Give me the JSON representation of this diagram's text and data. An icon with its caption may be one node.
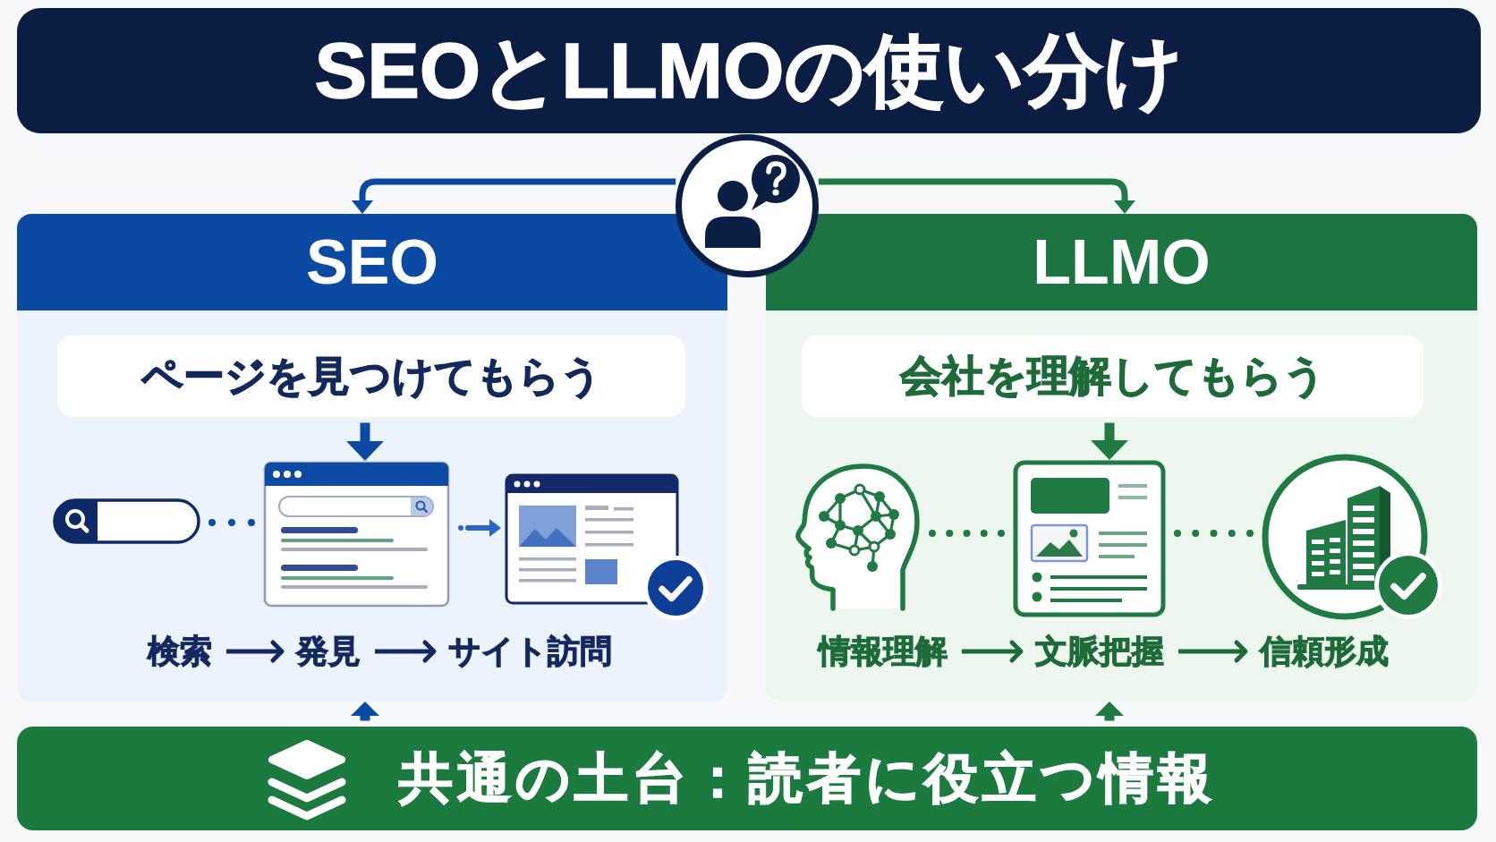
{
  "diagram": {
    "title": "SEOとLLMOの使い分け",
    "nodes": [
      {
        "text": [],
        "shape": "circle"
      },
      {
        "text": [
          "SEO"
        ]
      },
      {
        "text": [
          "ページを見つけてもらう"
        ],
        "in": 1
      },
      {
        "text": [],
        "shape": "picture",
        "in": 1
      },
      {
        "text": [],
        "shape": "picture",
        "in": 1
      },
      {
        "text": [],
        "shape": "picture",
        "in": 1
      },
      {
        "text": [
          "検索"
        ],
        "in": 1
      },
      {
        "text": [
          "発見"
        ],
        "in": 1
      },
      {
        "text": [
          "サイト訪問"
        ],
        "in": 1
      },
      {
        "text": [
          "LLMO"
        ]
      },
      {
        "text": [
          "会社を理解してもらう"
        ],
        "in": 9
      },
      {
        "text": [],
        "shape": "picture",
        "in": 9
      },
      {
        "text": [],
        "shape": "picture",
        "in": 9
      },
      {
        "text": [],
        "shape": "picture",
        "in": 9
      },
      {
        "text": [
          "情報理解"
        ],
        "in": 9
      },
      {
        "text": [
          "文脈把握"
        ],
        "in": 9
      },
      {
        "text": [
          "信頼形成"
        ],
        "in": 9
      },
      {
        "text": [
          "共通の土台：読者に役立つ情報"
        ]
      }
    ],
    "edges": [
      {
        "from": 0,
        "to": 1,
        "arrow": "to",
        "color": "#0b4aa3"
      },
      {
        "from": 0,
        "to": 9,
        "arrow": "to",
        "color": "#1f7a43"
      },
      {
        "from": 2,
        "to": 4,
        "arrow": "to",
        "color": "#0b4aa3"
      },
      {
        "from": 3,
        "to": 4,
        "arrow": "none",
        "style": "dashed",
        "color": "#0b4aa3"
      },
      {
        "from": 4,
        "to": 5,
        "arrow": "to",
        "style": "dashed",
        "color": "#2c63c4"
      },
      {
        "from": 6,
        "to": 7,
        "arrow": "to",
        "color": "#14295f"
      },
      {
        "from": 7,
        "to": 8,
        "arrow": "to",
        "color": "#14295f"
      },
      {
        "from": 10,
        "to": 12,
        "arrow": "to",
        "color": "#1f7a43"
      },
      {
        "from": 11,
        "to": 12,
        "arrow": "none",
        "style": "dashed",
        "color": "#1f7a43"
      },
      {
        "from": 12,
        "to": 13,
        "arrow": "none",
        "style": "dashed",
        "color": "#1f7a43"
      },
      {
        "from": 14,
        "to": 15,
        "arrow": "to",
        "color": "#1d6b38"
      },
      {
        "from": 15,
        "to": 16,
        "arrow": "to",
        "color": "#1d6b38"
      },
      {
        "from": 17,
        "to": 1,
        "arrow": "to",
        "color": "#0b4aa3"
      },
      {
        "from": 17,
        "to": 9,
        "arrow": "to",
        "color": "#1f7a43"
      }
    ]
  }
}
